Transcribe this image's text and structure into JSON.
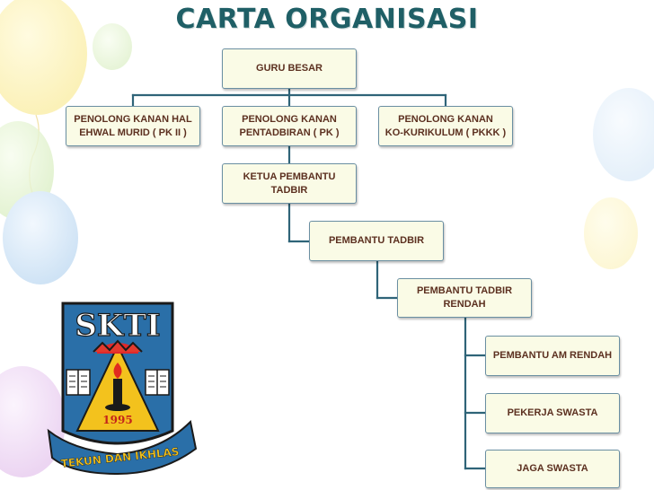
{
  "title": "CARTA ORGANISASI",
  "nodes": {
    "guru_besar": "GURU BESAR",
    "pk_hem": "PENOLONG KANAN HAL\nEHWAL MURID ( PK  II )",
    "pk_pentadbiran": "PENOLONG KANAN\nPENTADBIRAN ( PK   )",
    "pk_kokurikulum": "PENOLONG KANAN\nKO-KURIKULUM ( PKKK )",
    "ketua_pembantu_tadbir": "KETUA PEMBANTU\nTADBIR",
    "pembantu_tadbir": "PEMBANTU TADBIR",
    "pembantu_tadbir_rendah": "PEMBANTU TADBIR\nRENDAH",
    "pembantu_am_rendah": "PEMBANTU AM RENDAH",
    "pekerja_swasta": "PEKERJA SWASTA",
    "jaga_swasta": "JAGA SWASTA"
  },
  "logo": {
    "initials": "SKTI",
    "year": "1995",
    "motto": "TEKUN DAN IKHLAS"
  },
  "colors": {
    "title": "#1f5f66",
    "box_fill": "#fafbe6",
    "box_border": "#6a8fa2",
    "box_text": "#5c3020",
    "connector": "#2f6478"
  }
}
